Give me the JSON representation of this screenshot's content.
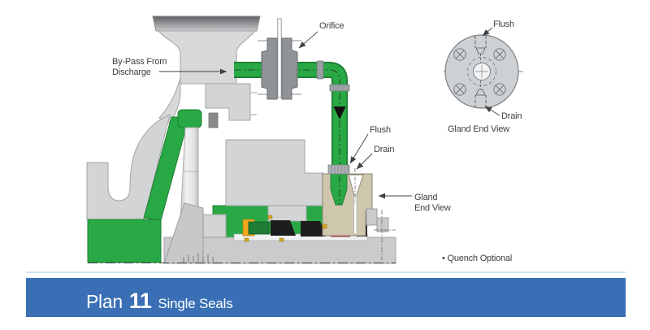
{
  "title_banner": {
    "word": "Plan",
    "number": "11",
    "subtitle": "Single Seals",
    "background_color": "#3a6fb5",
    "text_color": "#ffffff"
  },
  "diagram": {
    "labels": {
      "orifice": "Orifice",
      "bypass_from": "By-Pass From",
      "discharge": "Discharge",
      "flush": "Flush",
      "drain": "Drain",
      "gland_line1": "Gland",
      "gland_line2": "End View",
      "quench_note": "• Quench Optional"
    },
    "gland_end_view": {
      "flush_label": "Flush",
      "drain_label": "Drain",
      "caption": "Gland End View"
    },
    "colors": {
      "pipe_green": "#29a945",
      "pipe_green_dark": "#1d7c31",
      "casing_gray": "#d2d4d6",
      "flange_gray": "#8f9397",
      "gland_tan": "#cfc6ae",
      "seal_red": "#e81c2a",
      "seal_yellow": "#f5a81c",
      "seal_dark_green": "#1e7c35",
      "label_text": "#3f4040",
      "banner_blue": "#3a6fb5"
    }
  }
}
